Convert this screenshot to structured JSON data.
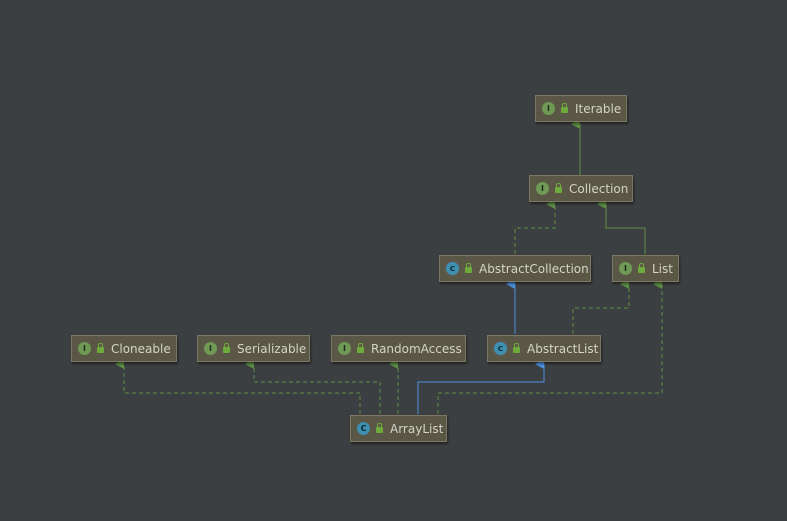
{
  "diagram": {
    "nodes": {
      "iterable": {
        "label": "Iterable",
        "kind_glyph": "I",
        "kind": "interface"
      },
      "collection": {
        "label": "Collection",
        "kind_glyph": "I",
        "kind": "interface"
      },
      "abstract_collection": {
        "label": "AbstractCollection",
        "kind_glyph": "C",
        "kind": "abstract class"
      },
      "list": {
        "label": "List",
        "kind_glyph": "I",
        "kind": "interface"
      },
      "cloneable": {
        "label": "Cloneable",
        "kind_glyph": "I",
        "kind": "interface"
      },
      "serializable": {
        "label": "Serializable",
        "kind_glyph": "I",
        "kind": "interface"
      },
      "random_access": {
        "label": "RandomAccess",
        "kind_glyph": "I",
        "kind": "interface"
      },
      "abstract_list": {
        "label": "AbstractList",
        "kind_glyph": "C",
        "kind": "abstract class"
      },
      "array_list": {
        "label": "ArrayList",
        "kind_glyph": "C",
        "kind": "class"
      }
    },
    "edges": [
      {
        "from": "collection",
        "to": "iterable",
        "type": "extends",
        "style": "solid-green"
      },
      {
        "from": "abstract_collection",
        "to": "collection",
        "type": "implements",
        "style": "dashed-green"
      },
      {
        "from": "list",
        "to": "collection",
        "type": "extends",
        "style": "solid-green"
      },
      {
        "from": "abstract_list",
        "to": "abstract_collection",
        "type": "extends",
        "style": "solid-blue"
      },
      {
        "from": "abstract_list",
        "to": "list",
        "type": "implements",
        "style": "dashed-green"
      },
      {
        "from": "array_list",
        "to": "cloneable",
        "type": "implements",
        "style": "dashed-green"
      },
      {
        "from": "array_list",
        "to": "serializable",
        "type": "implements",
        "style": "dashed-green"
      },
      {
        "from": "array_list",
        "to": "random_access",
        "type": "implements",
        "style": "dashed-green"
      },
      {
        "from": "array_list",
        "to": "abstract_list",
        "type": "extends",
        "style": "solid-blue"
      },
      {
        "from": "array_list",
        "to": "list",
        "type": "implements",
        "style": "dashed-green"
      }
    ],
    "colors": {
      "background": "#3c3f41",
      "node_fill": "#5b5746",
      "node_border": "#7c7864",
      "node_text": "#d3d3c8",
      "edge_green": "#5c8f43",
      "edge_blue": "#4a8fdc",
      "interface_badge": "#6e9a54",
      "class_badge": "#3f8fae",
      "lock_icon": "#6eaa3c"
    },
    "icons": {
      "interface": "interface-badge-icon",
      "class": "class-badge-icon",
      "abstract_class": "abstract-class-badge-icon",
      "visibility": "public-lock-icon"
    }
  }
}
